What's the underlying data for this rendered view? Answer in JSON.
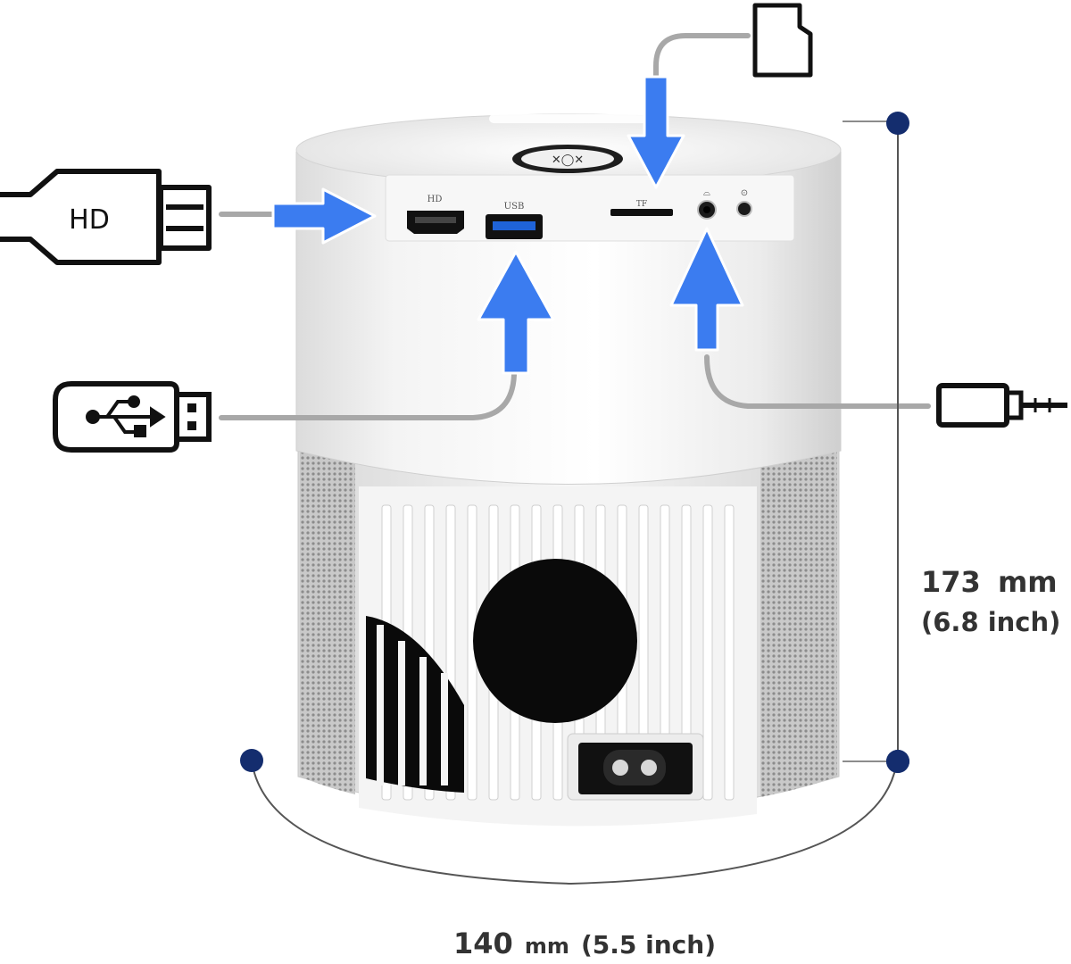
{
  "colors": {
    "accent_arrow": "#3b7cf0",
    "dimension_dot": "#142d6e",
    "cable_gray": "#a8a8a8",
    "device_body": "#f2f2f2",
    "speaker_mesh": "#b5b5b5"
  },
  "icons": {
    "hd": "hdmi-plug-icon",
    "usb": "usb-stick-icon",
    "tf": "sd-card-icon",
    "audio": "audio-jack-icon",
    "center_logo": "logo-emblem-icon",
    "power": "power-socket-icon"
  },
  "cable_labels": {
    "hd": "HD"
  },
  "ports": {
    "hd": "HD",
    "usb": "USB",
    "tf": "TF"
  },
  "dimensions": {
    "height_value": "173",
    "height_unit": "mm",
    "height_imperial": "(6.8 inch)",
    "width_value": "140",
    "width_unit": "mm",
    "width_imperial": "(5.5 inch)"
  }
}
